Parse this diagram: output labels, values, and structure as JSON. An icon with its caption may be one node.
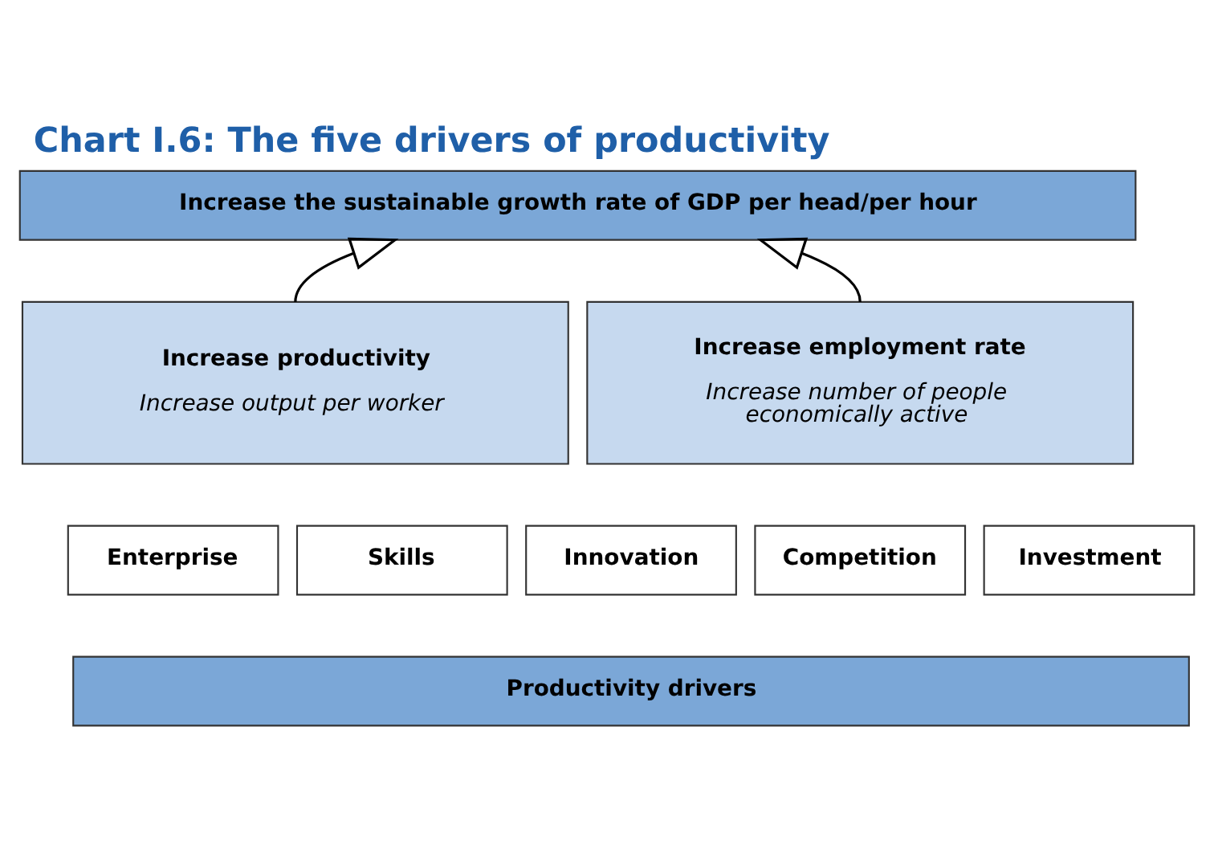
{
  "diagram": {
    "title": "Chart I.6: The five drivers of productivity",
    "nodes": [
      {
        "text": [
          "Increase the sustainable growth rate of GDP per head/per hour"
        ]
      },
      {
        "text": [
          "Increase productivity",
          "Increase output per worker"
        ]
      },
      {
        "text": [
          "Increase employment rate",
          "Increase number of people economically active"
        ]
      },
      {
        "text": [
          "Enterprise"
        ]
      },
      {
        "text": [
          "Skills"
        ]
      },
      {
        "text": [
          "Innovation"
        ]
      },
      {
        "text": [
          "Competition"
        ]
      },
      {
        "text": [
          "Investment"
        ]
      },
      {
        "text": [
          "Productivity drivers"
        ]
      }
    ],
    "edges": [
      {
        "from": 1,
        "to": 0,
        "arrow": "to"
      },
      {
        "from": 2,
        "to": 0,
        "arrow": "to"
      }
    ]
  }
}
